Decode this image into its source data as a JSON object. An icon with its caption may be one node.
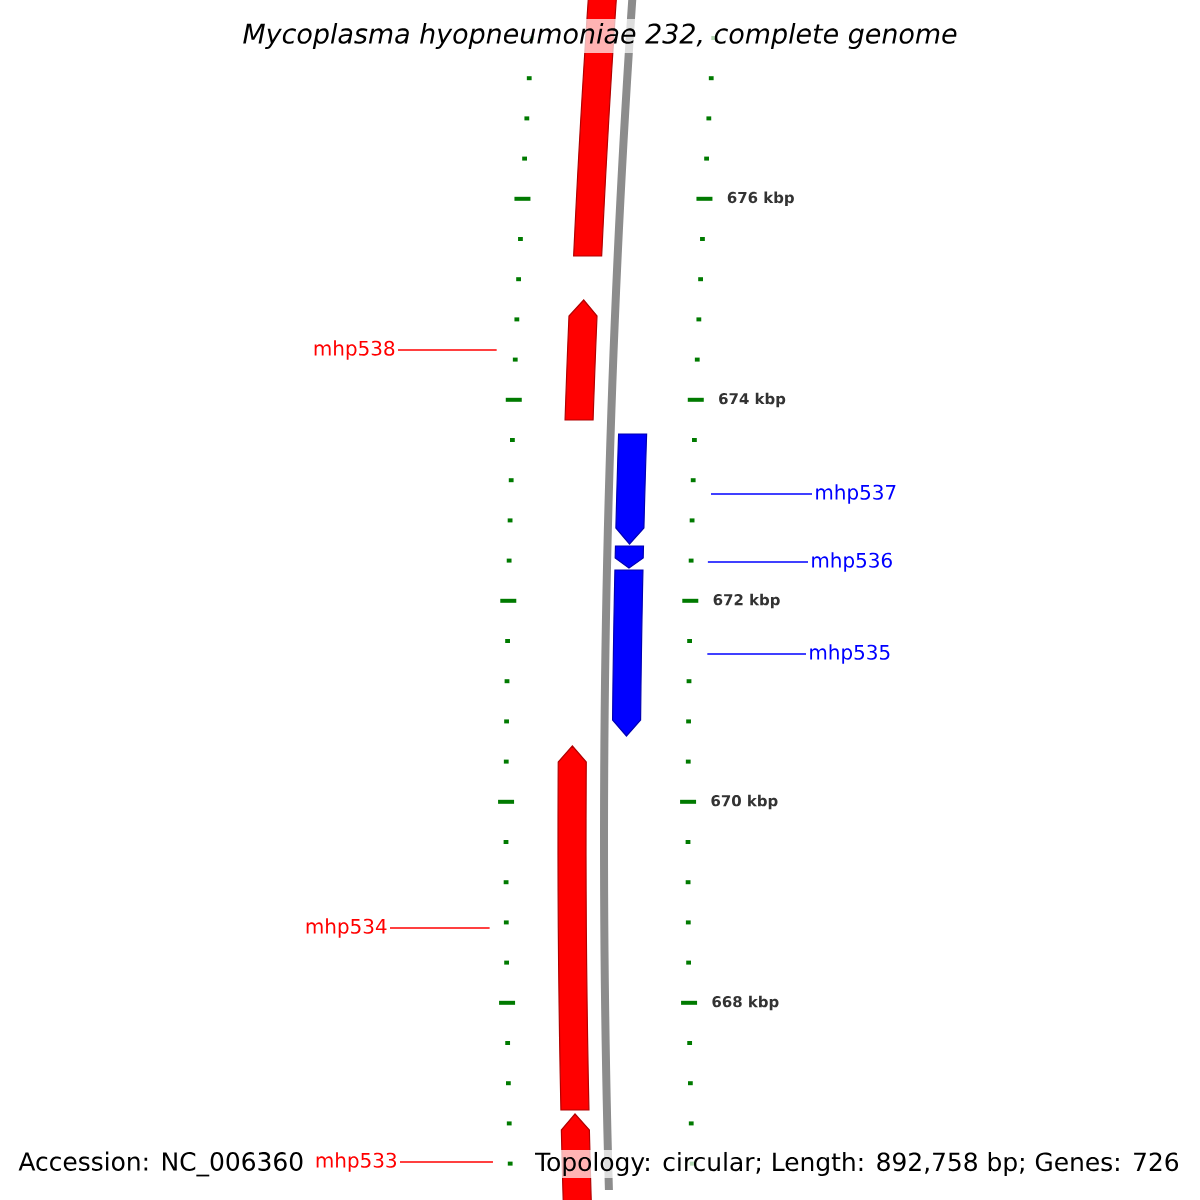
{
  "diagram": {
    "title": "Mycoplasma hyopneumoniae 232, complete genome",
    "nodes": [
      {
        "text": [],
        "shape": "bar"
      },
      {
        "text": [],
        "shape": "bar"
      },
      {
        "text": [],
        "shape": "bar"
      },
      {
        "text": [],
        "shape": "bar"
      },
      {
        "text": [],
        "shape": "bar"
      },
      {
        "text": [],
        "shape": "bar"
      },
      {
        "text": [],
        "shape": "bar"
      },
      {
        "text": [
          "mhp538"
        ]
      },
      {
        "text": [
          "mhp537"
        ]
      },
      {
        "text": [
          "mhp536"
        ]
      },
      {
        "text": [
          "mhp535"
        ]
      },
      {
        "text": [
          "mhp534"
        ]
      },
      {
        "text": [
          "mhp533"
        ]
      }
    ],
    "edges": [
      {
        "from": 7,
        "to": 1,
        "arrow": "none",
        "color": "#ff0000"
      },
      {
        "from": 8,
        "to": 2,
        "arrow": "none",
        "color": "#0000ff"
      },
      {
        "from": 9,
        "to": 3,
        "arrow": "none",
        "color": "#0000ff"
      },
      {
        "from": 10,
        "to": 4,
        "arrow": "none",
        "color": "#0000ff"
      },
      {
        "from": 11,
        "to": 5,
        "arrow": "none",
        "color": "#ff0000"
      },
      {
        "from": 12,
        "to": 6,
        "arrow": "none",
        "color": "#ff0000"
      }
    ],
    "labels": [
      "676 kbp",
      "674 kbp",
      "672 kbp",
      "670 kbp",
      "668 kbp",
      "Accession: NC_006360",
      "Topology: circular; Length: 892,758 bp; Genes: 726"
    ]
  }
}
